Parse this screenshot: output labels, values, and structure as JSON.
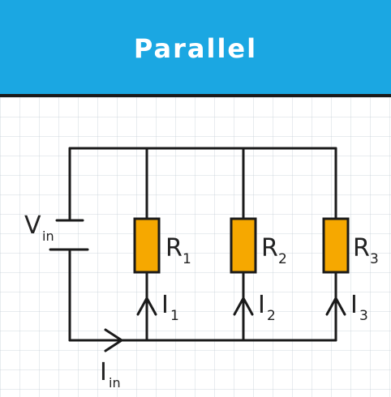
{
  "header": {
    "title": "Parallel",
    "background": "#1ba7e2"
  },
  "circuit": {
    "source": {
      "label": "V",
      "subscript": "in"
    },
    "input_current": {
      "label": "I",
      "subscript": "in"
    },
    "resistor_color": "#f6a800",
    "branches": [
      {
        "resistor": "R",
        "resistor_sub": "1",
        "current": "I",
        "current_sub": "1"
      },
      {
        "resistor": "R",
        "resistor_sub": "2",
        "current": "I",
        "current_sub": "2"
      },
      {
        "resistor": "R",
        "resistor_sub": "3",
        "current": "I",
        "current_sub": "3"
      }
    ]
  }
}
